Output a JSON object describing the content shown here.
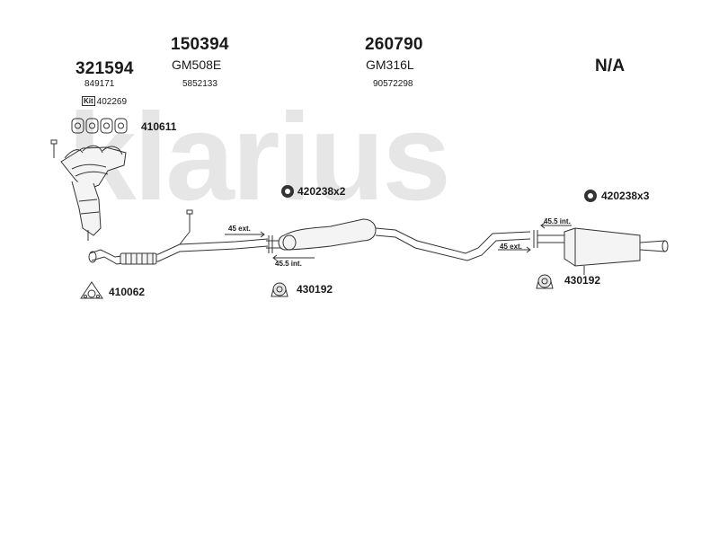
{
  "watermark": "klarius",
  "columns": [
    {
      "part_number": "321594",
      "ref": "849171",
      "kit_label": "Kit",
      "kit_ref": "402269"
    },
    {
      "part_number": "150394",
      "code": "GM508E",
      "ref": "5852133"
    },
    {
      "part_number": "260790",
      "code": "GM316L",
      "ref": "90572298"
    },
    {
      "part_number": "N/A"
    }
  ],
  "accessories": {
    "gasket_manifold": "410611",
    "flange_gasket": "410062",
    "clamp_mid": "420238x2",
    "clamp_rear": "420238x3",
    "hanger_mid": "430192",
    "hanger_rear": "430192"
  },
  "dimensions": {
    "front_ext": "45 ext.",
    "mid_int": "45.5 int.",
    "rear_int": "45.5 int.",
    "rear_ext": "45 ext."
  },
  "colors": {
    "line": "#333333",
    "watermark": "#e6e6e6",
    "fill": "#f4f4f4"
  }
}
